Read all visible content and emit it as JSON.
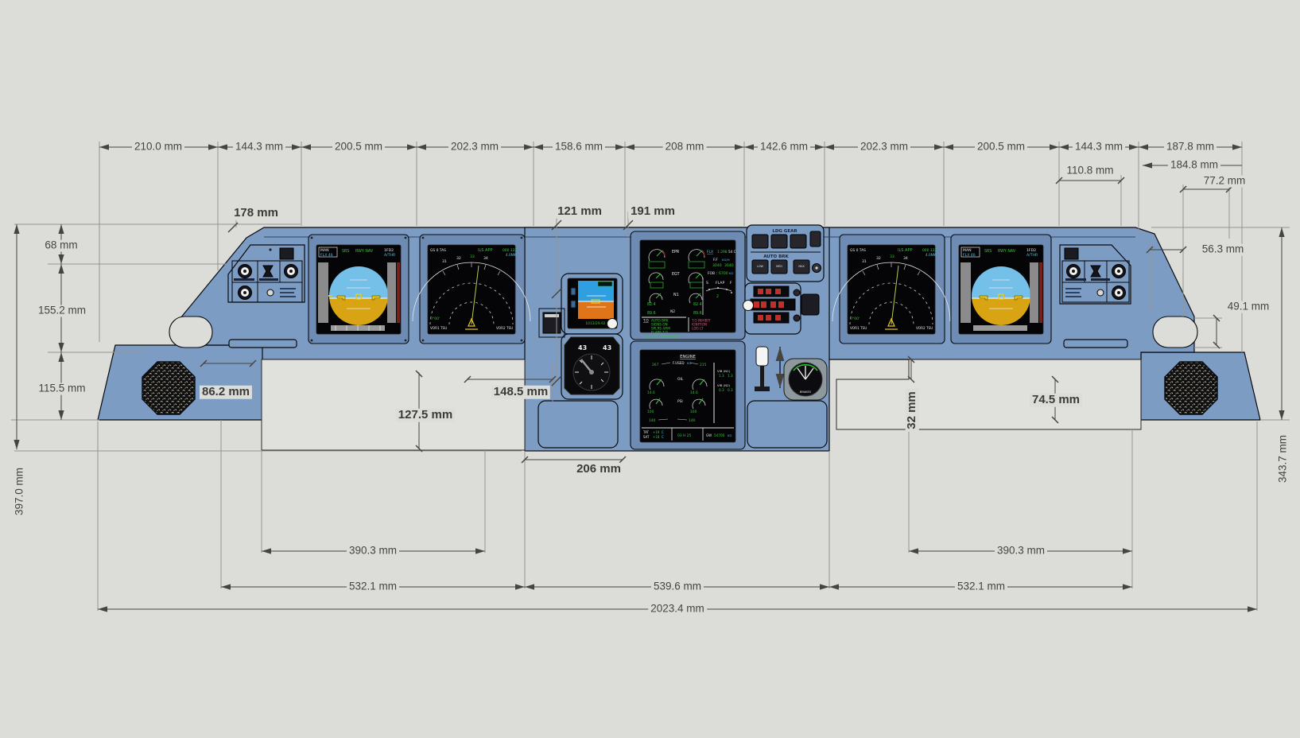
{
  "dims": {
    "top": [
      "210.0 mm",
      "144.3 mm",
      "200.5 mm",
      "202.3 mm",
      "158.6 mm",
      "208 mm",
      "142.6 mm",
      "202.3 mm",
      "200.5 mm",
      "144.3 mm",
      "187.8 mm"
    ],
    "top2": [
      "110.8 mm",
      "184.8 mm",
      "77.2 mm"
    ],
    "left": [
      "68 mm",
      "155.2 mm",
      "115.5 mm"
    ],
    "left_overall": "397.0 mm",
    "right": [
      "56.3 mm",
      "49.1 mm"
    ],
    "right_overall": "343.7 mm",
    "features": [
      "178 mm",
      "121 mm",
      "191 mm",
      "86.2 mm",
      "148.5 mm",
      "127.5 mm",
      "206 mm",
      "32 mm",
      "74.5 mm"
    ],
    "bottom_inner": [
      "390.3 mm",
      "390.3 mm"
    ],
    "bottom_mid": [
      "532.1 mm",
      "539.6 mm",
      "532.1 mm"
    ],
    "bottom_overall": "2023.4 mm"
  },
  "displays": {
    "pfd": {
      "fma1a": "MAN",
      "fma1b": "FLX 46",
      "fma2": "SRS",
      "fma3": "RWY NAV",
      "fma4a": "1FD2",
      "fma4b": "A/THR",
      "sky": "#74c0e8",
      "ground": "#d9a413"
    },
    "nd": {
      "gs": "GS 0 TAS",
      "mode": "ILS APP",
      "freq": "000 322",
      "range": "4.0NM",
      "headings": [
        "31",
        "32",
        "33",
        "34"
      ],
      "chrono": "0°00'",
      "vor1": "VOR1 TSU",
      "vor2": "VOR2 TSU"
    },
    "ewd": {
      "labels": [
        "EPR",
        "EGT",
        "N1",
        "N2"
      ],
      "n1_l": "82.4",
      "n1_r": "82.4",
      "n2_l": "89.6",
      "n2_r": "89.6",
      "flx_label": "FLX",
      "flx_value": "1.298",
      "flx_temp": "54 C",
      "ff_label": "F.F",
      "ff_unit": "KG/H",
      "ff_l": "3040",
      "ff_r": "3040",
      "fob_label": "FOB :",
      "fob_value": "6700",
      "fob_unit": "KG",
      "flap_s": "S",
      "flap_label": "FLAP",
      "flap_f": "F",
      "flap_pos": "2",
      "memo_left_head": "T.O",
      "memo_left": [
        "AUTO BRK",
        "SIGNS ON",
        "SPLRS ARM",
        "FLAPS T.O",
        "T.O CONFIG NORMAL"
      ],
      "memo_right": [
        "T.O INHIBIT",
        "IGNITION",
        "LDG LT"
      ]
    },
    "sd": {
      "title": "ENGINE",
      "fused_l": "267",
      "fused_label": "F.USED",
      "fused_unit": "KG",
      "fused_r": "215",
      "oil_label": "OIL",
      "oil_l": "14.6",
      "oil_r": "14.6",
      "psi_label": "PSI",
      "psi_l": "100",
      "psi_r": "100",
      "nac_l": "140",
      "nac_r": "140",
      "vib1_label": "VIB (N1)",
      "vib1_l": "1.3",
      "vib1_r": "1.3",
      "vib2_label": "VIB (N2)",
      "vib2_l": "0.3",
      "vib2_r": "0.3",
      "tat_label": "TAT",
      "tat_value": "+19",
      "tat_unit": "C",
      "sat_label": "SAT",
      "sat_value": "+18",
      "sat_unit": "C",
      "time": "03 H 25",
      "gw_label": "GW",
      "gw_value": "54700",
      "gw_unit": "KG"
    },
    "isis": {
      "baro": "1013/29.92"
    },
    "clock": {
      "chrono_l": "43",
      "chrono_r": "43"
    },
    "gear_panel": {
      "title": "LDG GEAR",
      "autobrk": "AUTO BRK",
      "b1": "LOW",
      "b2": "MED",
      "b3": "MAX"
    },
    "brake_gauge": {
      "label": "BRAKES"
    }
  }
}
